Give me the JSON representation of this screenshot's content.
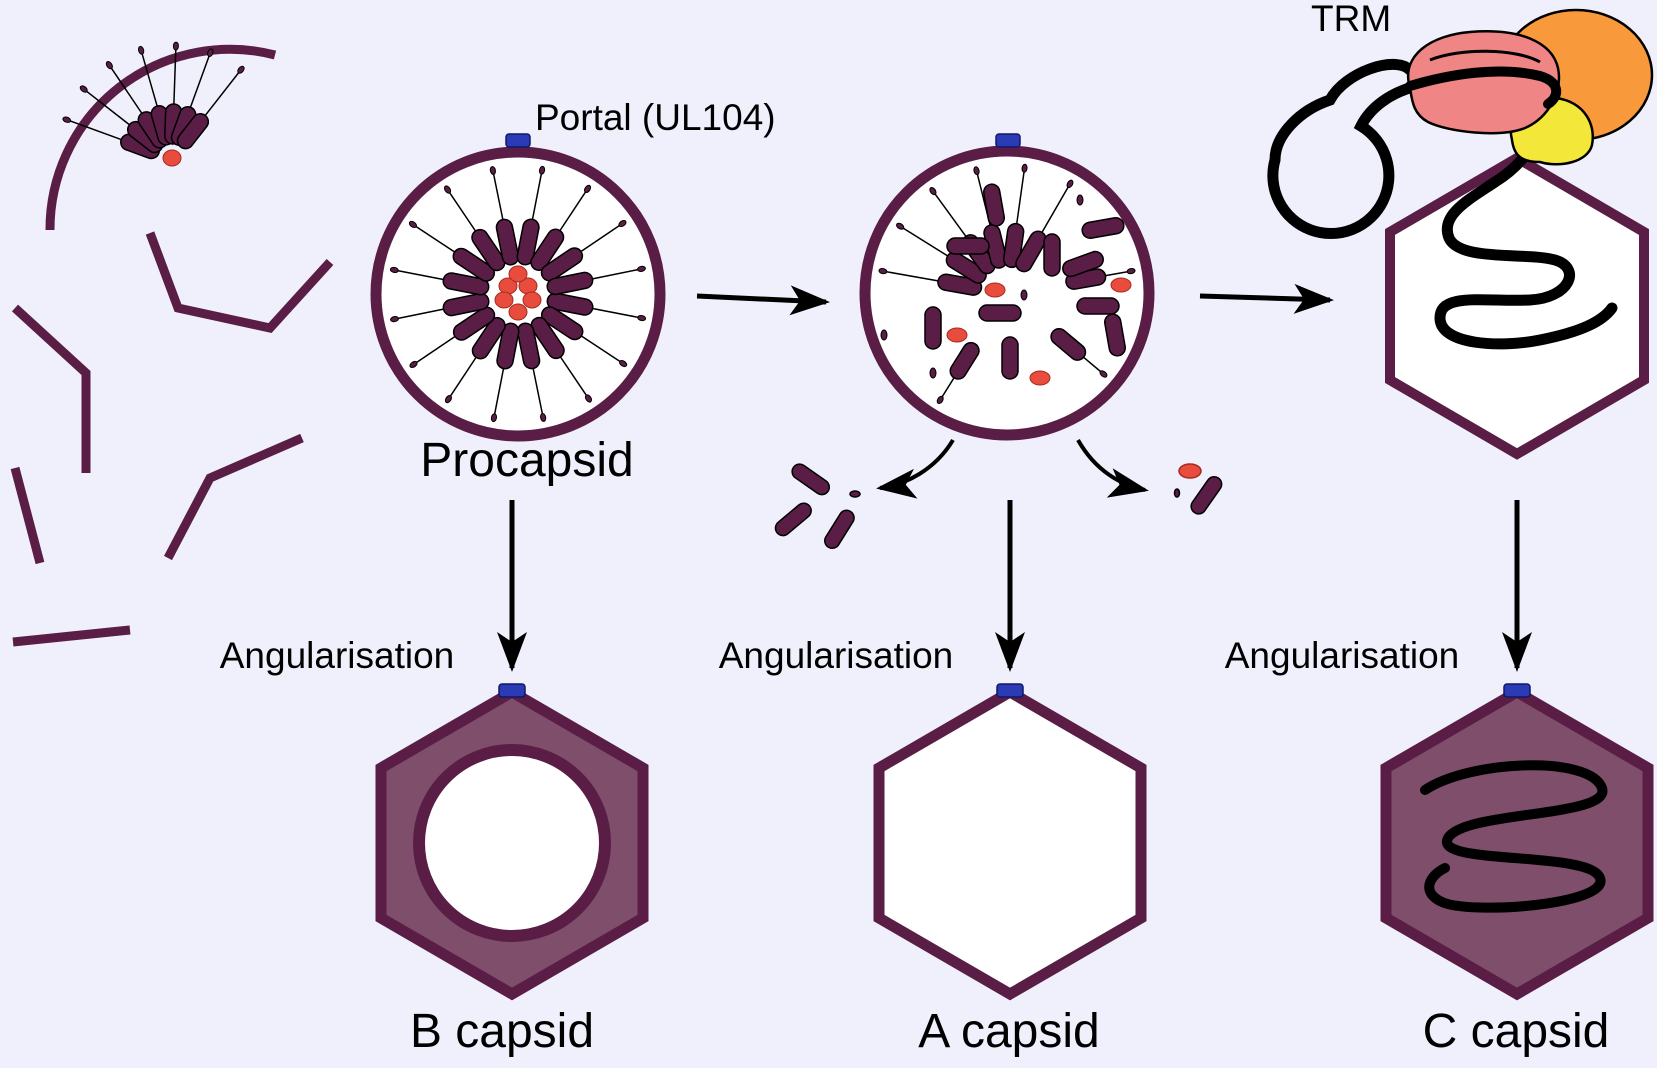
{
  "labels": {
    "portal": "Portal (UL104)",
    "trm": "TRM",
    "procapsid": "Procapsid",
    "angularisation": "Angularisation",
    "b_capsid": "B capsid",
    "a_capsid": "A capsid",
    "c_capsid": "C capsid"
  },
  "colors": {
    "background": "#f0f0fc",
    "shell": "#5a1d45",
    "shell_fill": "#7e4e6b",
    "protease": "#e84c3d",
    "portal": "#2b3bb5",
    "trm_pink": "#f08585",
    "trm_orange": "#f89a3c",
    "trm_yellow": "#f3e83a",
    "dna": "#000000"
  }
}
